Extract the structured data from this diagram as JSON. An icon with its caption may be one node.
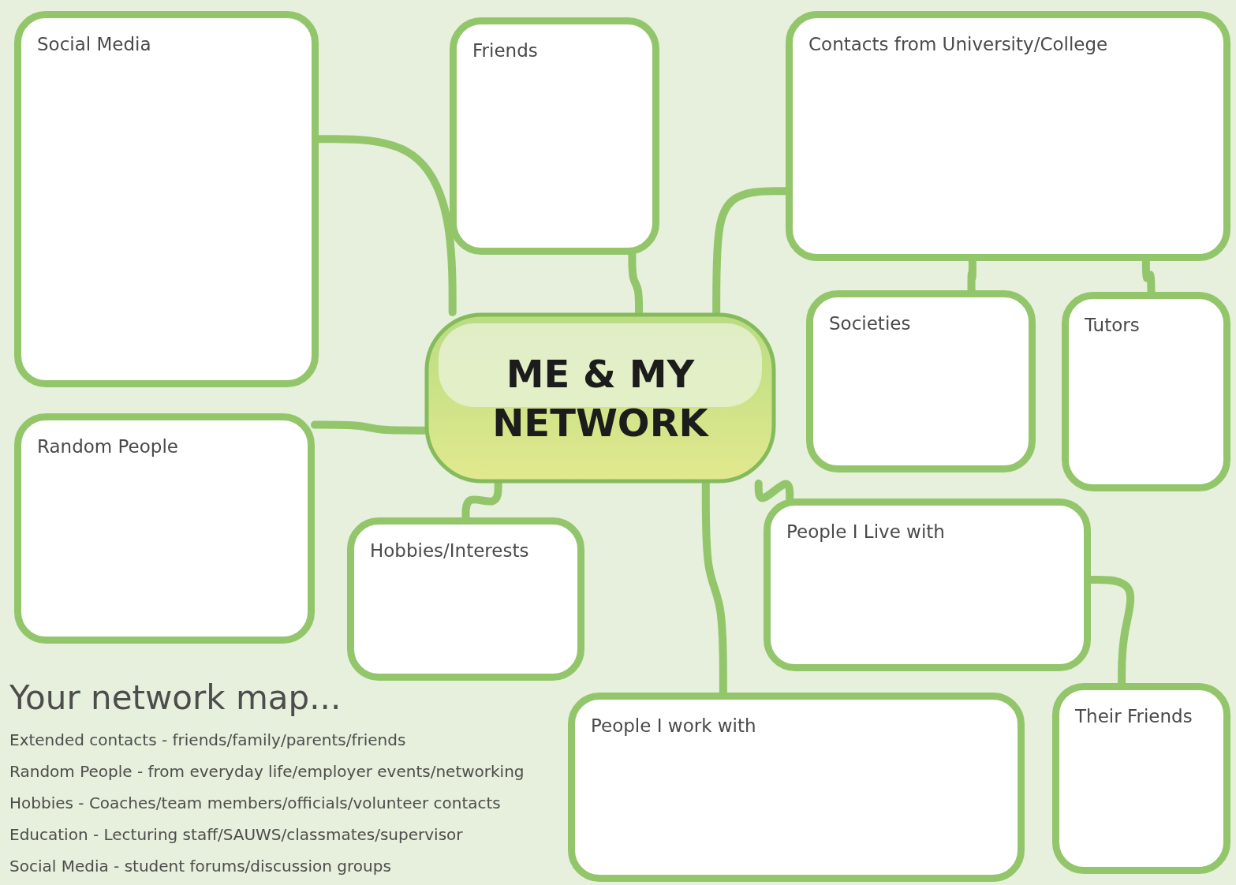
{
  "diagram": {
    "nodes": [
      {
        "text": [
          "Social Media"
        ]
      },
      {
        "text": [
          "Friends"
        ]
      },
      {
        "text": [
          "Contacts from University/College"
        ]
      },
      {
        "text": [
          "ME & MY NETWORK"
        ]
      },
      {
        "text": [
          "Societies"
        ]
      },
      {
        "text": [
          "Tutors"
        ]
      },
      {
        "text": [
          "Random People"
        ]
      },
      {
        "text": [
          "Hobbies/Interests"
        ]
      },
      {
        "text": [
          "People I Live with"
        ]
      },
      {
        "text": [
          "People I work with"
        ]
      },
      {
        "text": [
          "Their Friends"
        ]
      }
    ],
    "edges": [
      {
        "from": 0,
        "to": 3,
        "arrow": "none"
      },
      {
        "from": 1,
        "to": 3,
        "arrow": "none"
      },
      {
        "from": 3,
        "to": 2,
        "arrow": "none"
      },
      {
        "from": 2,
        "to": 4,
        "arrow": "none"
      },
      {
        "from": 2,
        "to": 5,
        "arrow": "none"
      },
      {
        "from": 6,
        "to": 3,
        "arrow": "none"
      },
      {
        "from": 3,
        "to": 7,
        "arrow": "none"
      },
      {
        "from": 3,
        "to": 8,
        "arrow": "none"
      },
      {
        "from": 3,
        "to": 9,
        "arrow": "none"
      },
      {
        "from": 8,
        "to": 10,
        "arrow": "none"
      }
    ],
    "labels": [
      "Your network map...",
      "Extended contacts - friends/family/parents/friends",
      "Random People - from everyday life/employer events/networking",
      "Hobbies - Coaches/team members/officials/volunteer contacts",
      "Education - Lecturing staff/SAUWS/classmates/supervisor",
      "Social Media - student forums/discussion groups"
    ]
  }
}
